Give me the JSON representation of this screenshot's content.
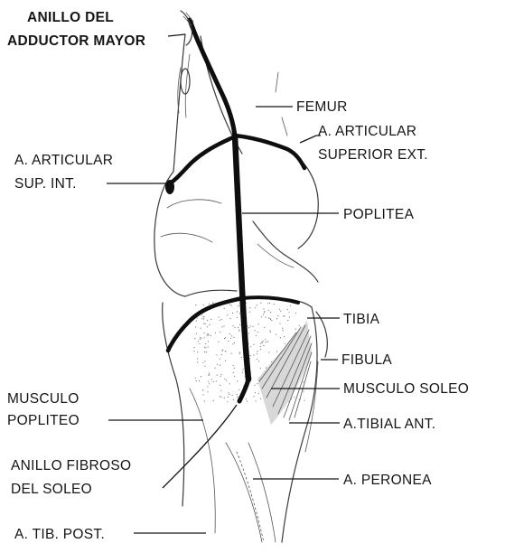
{
  "labels": {
    "anillo_aductor_1": "ANILLO   DEL",
    "anillo_aductor_2": "ADDUCTOR MAYOR",
    "femur": "FEMUR",
    "art_sup_ext_1": "A. ARTICULAR",
    "art_sup_ext_2": "SUPERIOR EXT.",
    "art_sup_int_1": "A. ARTICULAR",
    "art_sup_int_2": "SUP. INT.",
    "poplitea": "POPLITEA",
    "tibia": "TIBIA",
    "fibula": "FIBULA",
    "musculo_soleo": "MUSCULO SOLEO",
    "musculo_popliteo_1": "MUSCULO",
    "musculo_popliteo_2": "POPLITEO",
    "tibial_ant": "A.TIBIAL  ANT.",
    "anillo_fibroso_1": "ANILLO FIBROSO",
    "anillo_fibroso_2": "DEL  SOLEO",
    "peronea": "A. PERONEA",
    "tib_post": "A. TIB. POST."
  }
}
